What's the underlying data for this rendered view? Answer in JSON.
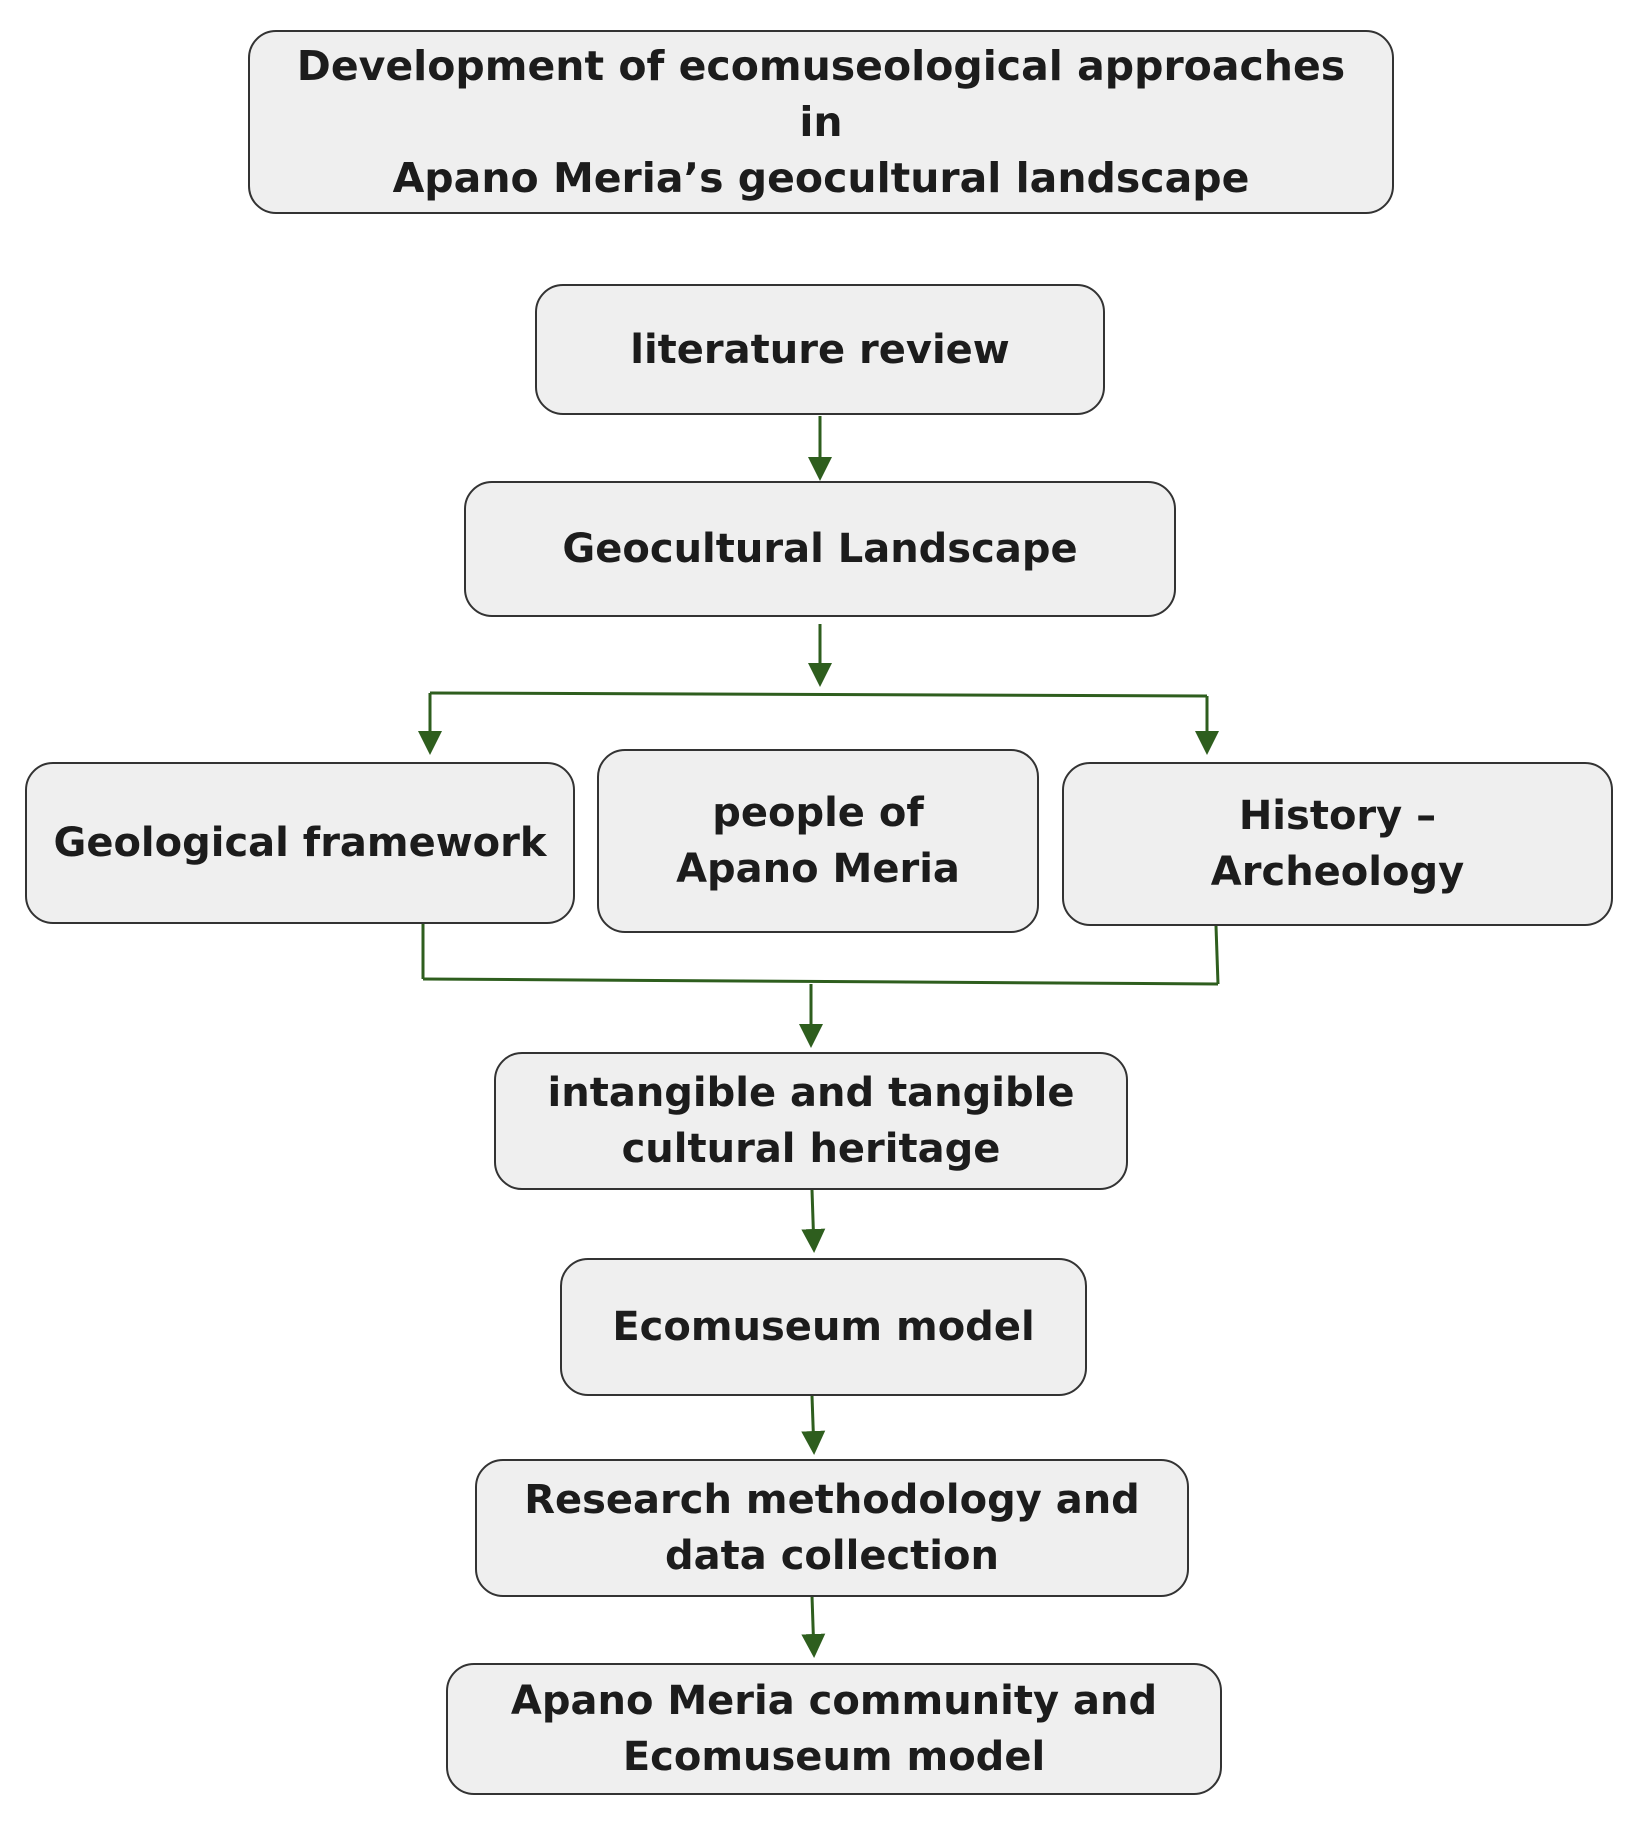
{
  "colors": {
    "box_fill": "#efefef",
    "box_border": "#333333",
    "connector": "#2e5e1e",
    "text": "#1c1c1c"
  },
  "nodes": {
    "title": "Development of ecomuseological approaches in\nApano Meria’s geocultural landscape",
    "literature_review": "literature review",
    "geocultural_landscape": "Geocultural Landscape",
    "geological_framework": "Geological framework",
    "people_of_apano_meria": "people of\nApano Meria",
    "history_archeology": "History –\nArcheology",
    "cultural_heritage": "intangible and tangible\ncultural heritage",
    "ecomuseum_model": "Ecomuseum model",
    "research_methodology": "Research methodology and\ndata collection",
    "community_ecomuseum": "Apano Meria community and\nEcomuseum model"
  }
}
